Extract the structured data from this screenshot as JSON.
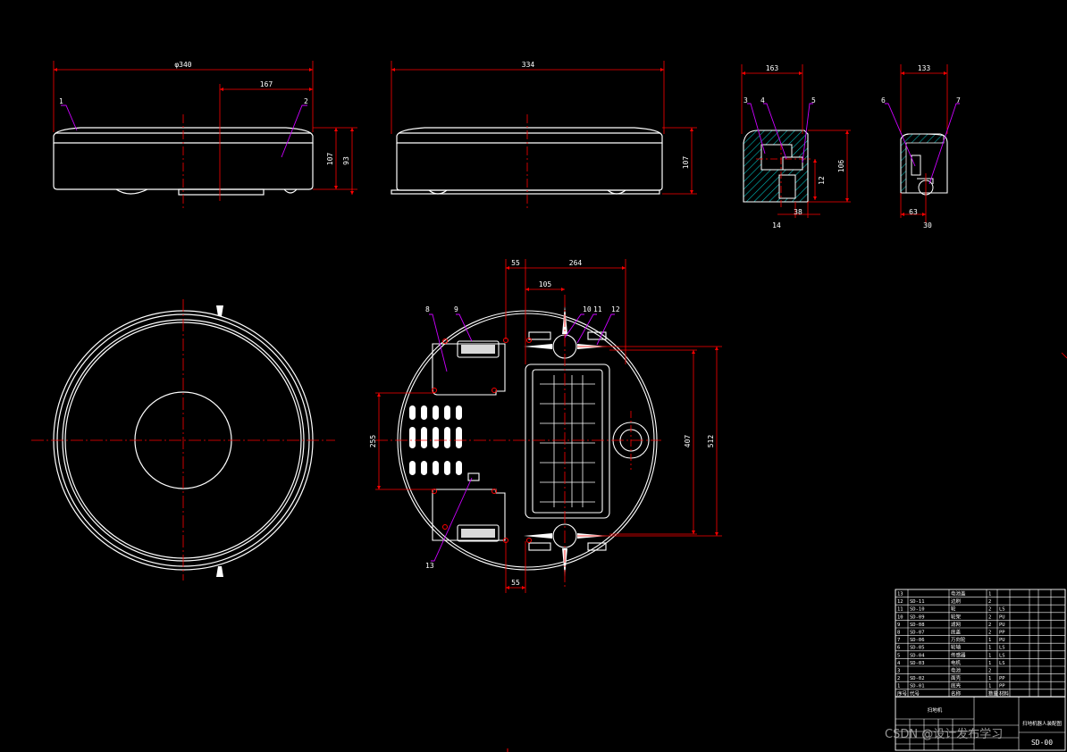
{
  "colors": {
    "background": "#000000",
    "outline": "#ffffff",
    "dimension": "#ff0000",
    "centerline": "#ff0000",
    "leader": "#cc00ff",
    "hatch": "#00b3b3"
  },
  "front_view": {
    "dims": {
      "width": "φ340",
      "half": "167",
      "height_a": "107",
      "height_b": "93"
    },
    "callouts": [
      "1",
      "2"
    ]
  },
  "side_view": {
    "dims": {
      "width": "334",
      "height": "107"
    }
  },
  "section_a": {
    "dims": {
      "width": "163",
      "height": "106",
      "inner": "12",
      "bottom_a": "38",
      "bottom_b": "14"
    },
    "callouts": [
      "3",
      "4",
      "5"
    ]
  },
  "section_b": {
    "dims": {
      "width": "133",
      "bottom_a": "63",
      "bottom_b": "30"
    },
    "callouts": [
      "6",
      "7"
    ]
  },
  "bottom_view": {
    "dims": {
      "top_a": "55",
      "top_b": "264",
      "inner": "105",
      "left": "255",
      "right_a": "407",
      "right_b": "512",
      "bottom": "55"
    },
    "callouts": [
      "8",
      "9",
      "10",
      "11",
      "12",
      "13"
    ]
  },
  "parts_table": {
    "rows": [
      {
        "no": "13",
        "code": "",
        "name": "电池盖",
        "qty": "1",
        "mat": ""
      },
      {
        "no": "12",
        "code": "SD-11",
        "name": "边刷",
        "qty": "2",
        "mat": ""
      },
      {
        "no": "11",
        "code": "SD-10",
        "name": "轮",
        "qty": "2",
        "mat": "LS"
      },
      {
        "no": "10",
        "code": "SD-09",
        "name": "轮架",
        "qty": "2",
        "mat": "PU"
      },
      {
        "no": "9",
        "code": "SD-08",
        "name": "滤网",
        "qty": "2",
        "mat": "PU"
      },
      {
        "no": "8",
        "code": "SD-07",
        "name": "底盖",
        "qty": "2",
        "mat": "PP"
      },
      {
        "no": "7",
        "code": "SD-06",
        "name": "万向轮",
        "qty": "1",
        "mat": "PU"
      },
      {
        "no": "6",
        "code": "SD-05",
        "name": "轮轴",
        "qty": "1",
        "mat": "LS"
      },
      {
        "no": "5",
        "code": "SD-04",
        "name": "传感器",
        "qty": "1",
        "mat": "LS"
      },
      {
        "no": "4",
        "code": "SD-03",
        "name": "电机",
        "qty": "1",
        "mat": "LS"
      },
      {
        "no": "3",
        "code": "",
        "name": "电池",
        "qty": "2",
        "mat": ""
      },
      {
        "no": "2",
        "code": "SD-02",
        "name": "面壳",
        "qty": "1",
        "mat": "PP"
      },
      {
        "no": "1",
        "code": "SD-01",
        "name": "底壳",
        "qty": "1",
        "mat": "PP"
      }
    ],
    "header": {
      "no": "序号",
      "code": "代号",
      "name": "名称",
      "qty": "数量",
      "mat": "材料"
    },
    "title": "扫地机",
    "drawing_title": "扫地机器人装配图",
    "drawing_code": "SD-00"
  },
  "watermark": "CSDN @设计发布学习"
}
